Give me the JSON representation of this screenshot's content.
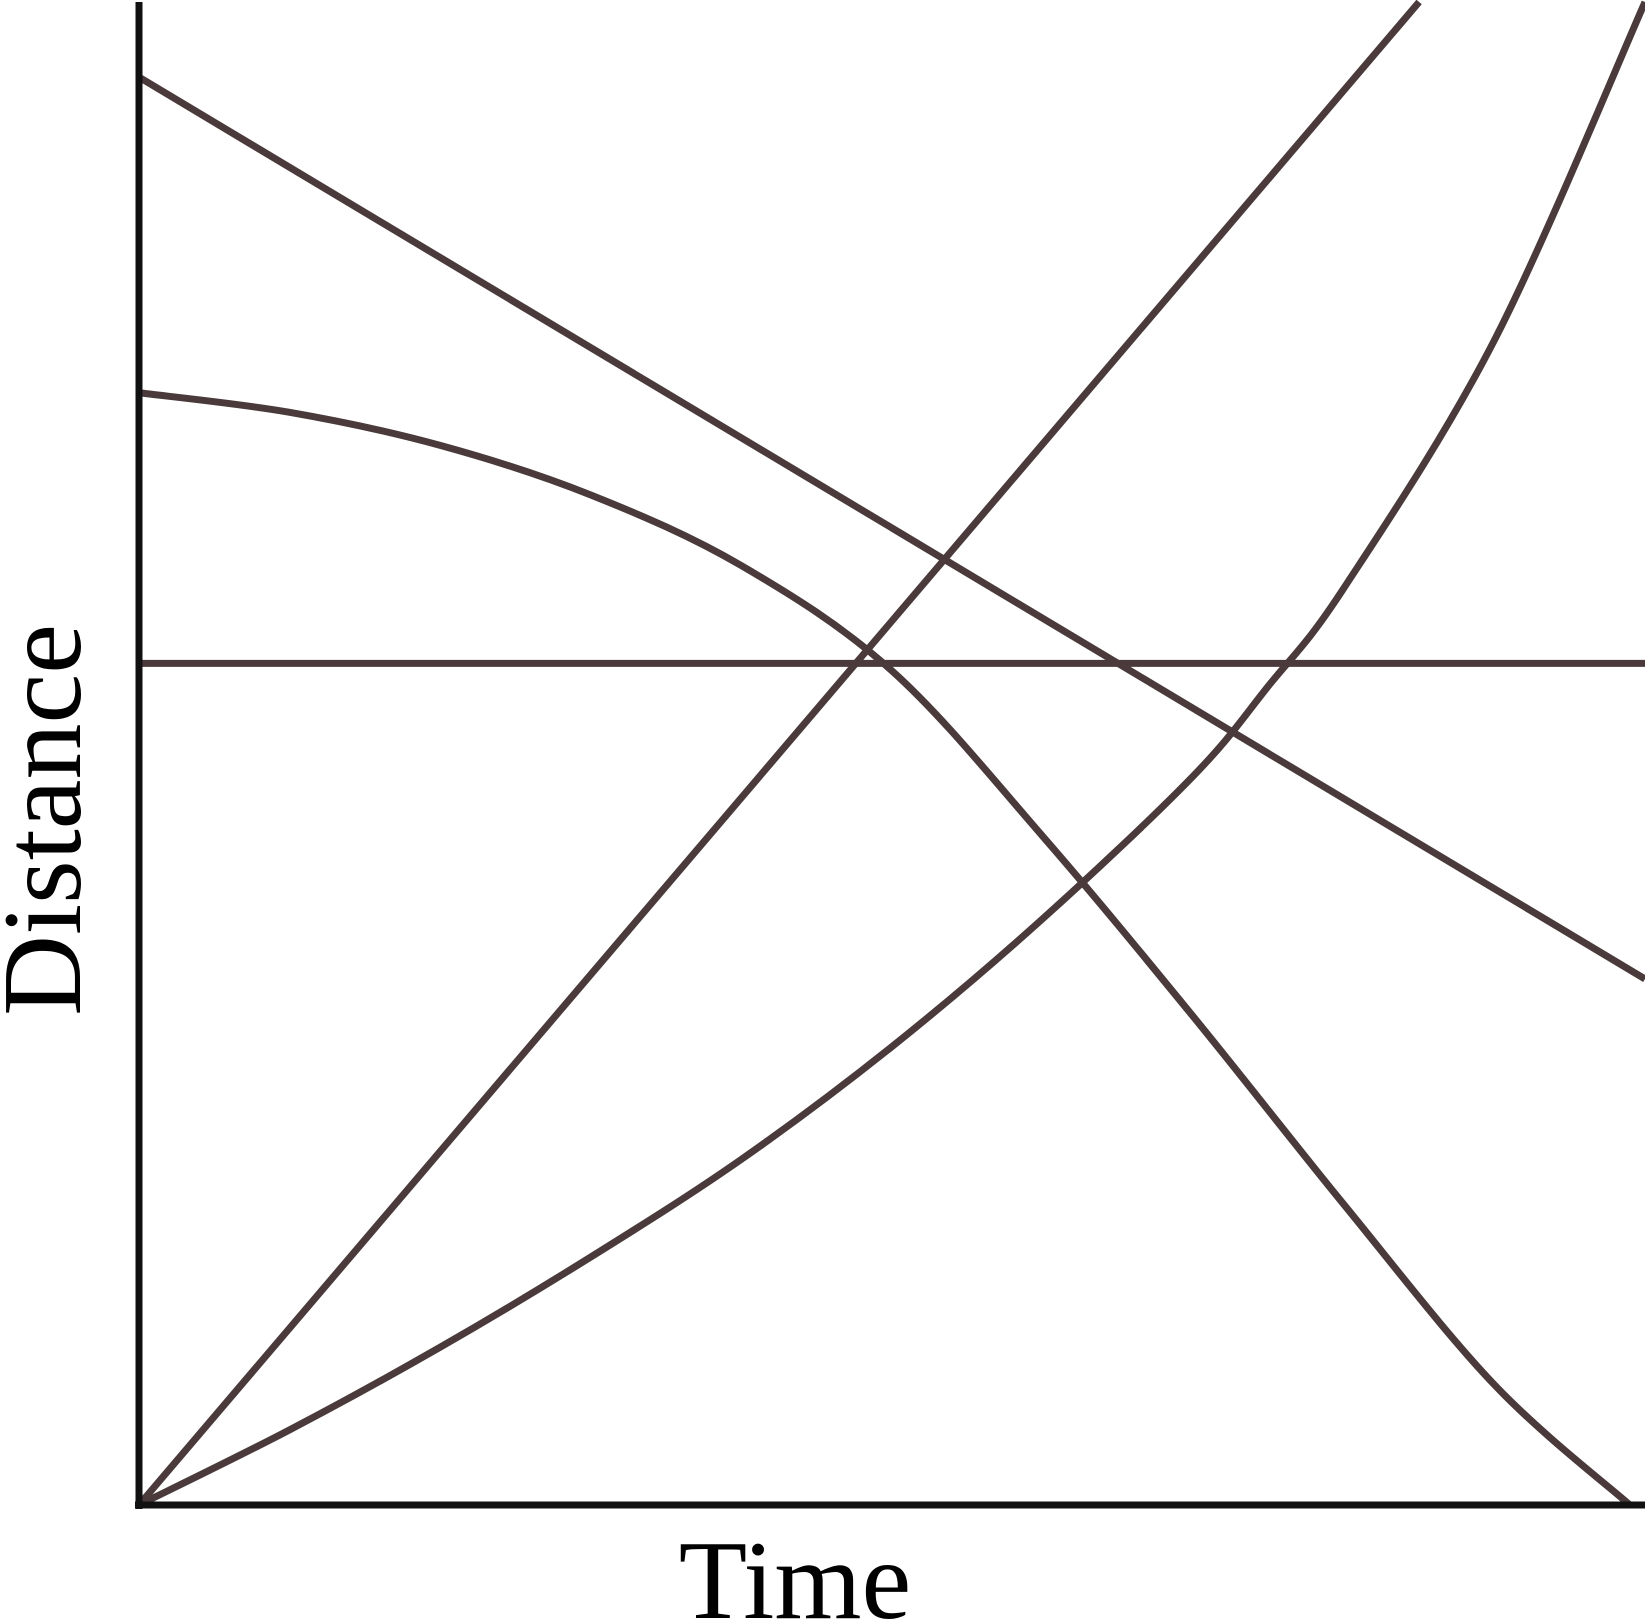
{
  "chart_data": {
    "type": "line",
    "title": "",
    "xlabel": "Time",
    "ylabel": "Distance",
    "xlim": [
      0,
      10
    ],
    "ylim": [
      0,
      10
    ],
    "grid": false,
    "legend": "none",
    "ticks": {
      "x": [],
      "y": []
    },
    "colors": {
      "axis": "#111111",
      "series": "#4a3a3b"
    },
    "series": [
      {
        "x": [
          0,
          8.5
        ],
        "y": [
          0,
          10
        ]
      },
      {
        "x": [
          0,
          10
        ],
        "y": [
          9.5,
          3.5
        ]
      },
      {
        "x": [
          0,
          10
        ],
        "y": [
          5.6,
          5.6
        ]
      },
      {
        "x": [
          0,
          1,
          2,
          3,
          4,
          5,
          6,
          7,
          8,
          9,
          9.9
        ],
        "y": [
          7.4,
          7.27,
          7.05,
          6.72,
          6.25,
          5.55,
          4.45,
          3.25,
          2.0,
          0.8,
          0
        ]
      },
      {
        "x": [
          0,
          1,
          2,
          3,
          4,
          5,
          6,
          7,
          7.5,
          8,
          9,
          10
        ],
        "y": [
          0,
          0.5,
          1.05,
          1.65,
          2.3,
          3.05,
          3.9,
          4.85,
          5.45,
          6.1,
          7.75,
          10
        ]
      }
    ]
  }
}
